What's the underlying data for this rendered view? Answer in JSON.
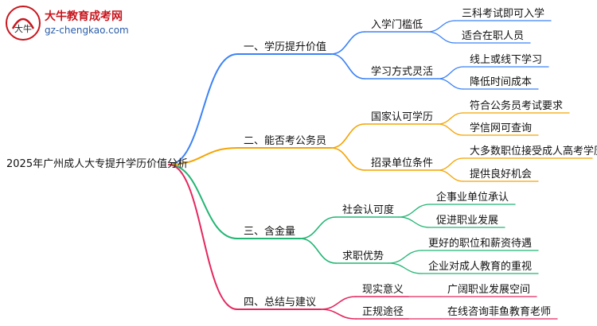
{
  "logo": {
    "name": "大牛教育成考网",
    "url": "gz-chengkao.com",
    "mark_text": "大牛"
  },
  "root": "2025年广州成人大专提升学历价值分析",
  "colors": {
    "branch1": "#3b82f6",
    "branch2": "#f4a300",
    "branch3": "#22b573",
    "branch4": "#e4275f",
    "brand_red": "#c8161d",
    "brand_blue": "#2a5caa"
  },
  "branches": [
    {
      "label": "一、学历提升价值",
      "children": [
        {
          "label": "入学门槛低",
          "leaves": [
            "三科考试即可入学",
            "适合在职人员"
          ]
        },
        {
          "label": "学习方式灵活",
          "leaves": [
            "线上或线下学习",
            "降低时间成本"
          ]
        }
      ]
    },
    {
      "label": "二、能否考公务员",
      "children": [
        {
          "label": "国家认可学历",
          "leaves": [
            "符合公务员考试要求",
            "学信网可查询"
          ]
        },
        {
          "label": "招录单位条件",
          "leaves": [
            "大多数职位接受成人高考学历",
            "提供良好机会"
          ]
        }
      ]
    },
    {
      "label": "三、含金量",
      "children": [
        {
          "label": "社会认可度",
          "leaves": [
            "企事业单位承认",
            "促进职业发展"
          ]
        },
        {
          "label": "求职优势",
          "leaves": [
            "更好的职位和薪资待遇",
            "企业对成人教育的重视"
          ]
        }
      ]
    },
    {
      "label": "四、总结与建议",
      "children": [
        {
          "label": "现实意义",
          "leaves": [
            "广阔职业发展空间"
          ]
        },
        {
          "label": "正规途径",
          "leaves": [
            "在线咨询菲鱼教育老师"
          ]
        }
      ]
    }
  ]
}
